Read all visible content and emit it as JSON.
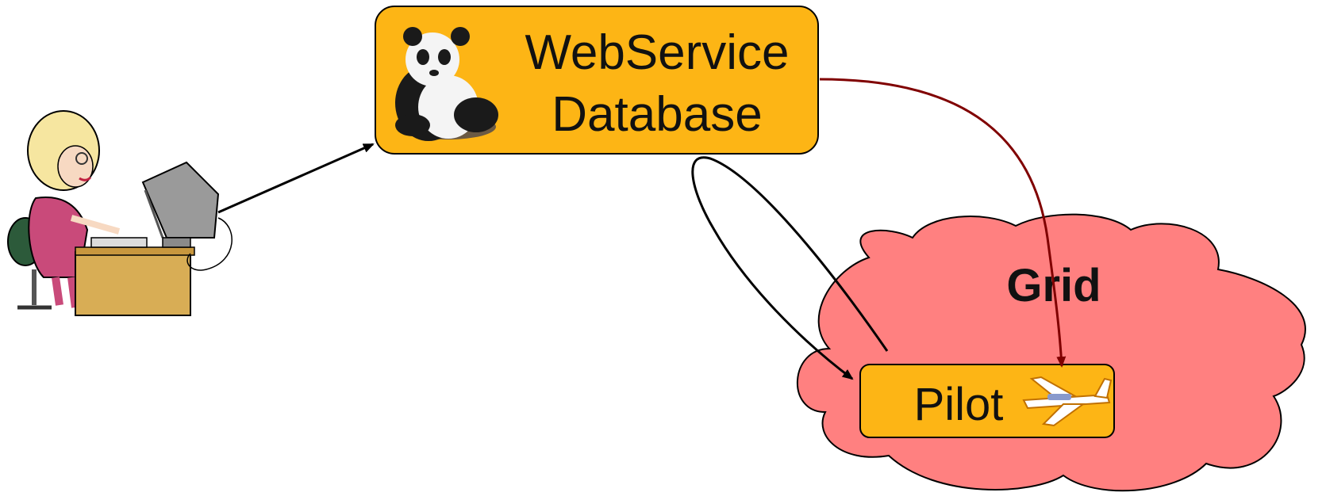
{
  "webservice_box": {
    "line1": "WebService",
    "line2": "Database",
    "icon": "panda-icon"
  },
  "grid_cloud": {
    "label": "Grid"
  },
  "pilot_box": {
    "label": "Pilot",
    "icon": "airplane-icon"
  },
  "user": {
    "icon": "user-at-computer-icon"
  },
  "colors": {
    "box_fill": "#FDB515",
    "cloud_fill": "#FF8080",
    "arrow_dark_red": "#800000",
    "arrow_black": "#000000"
  }
}
